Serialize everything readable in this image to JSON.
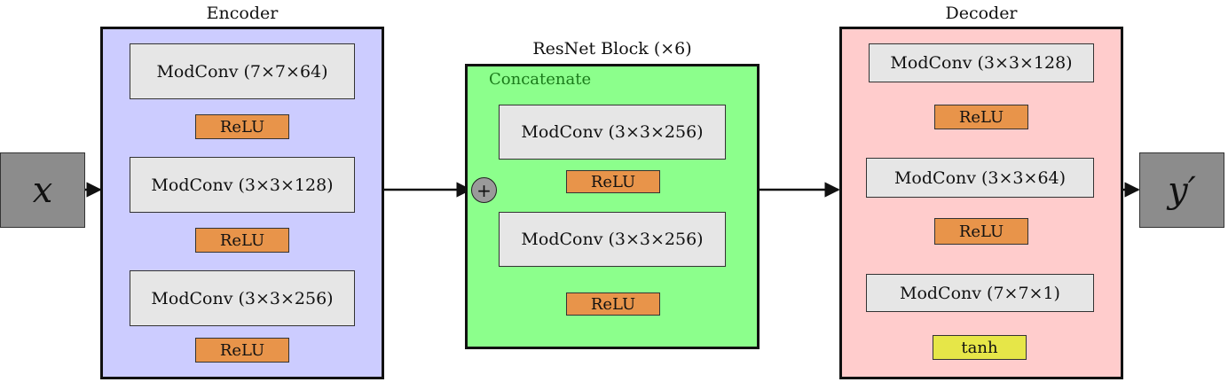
{
  "input": {
    "symbol": "x"
  },
  "output": {
    "symbol": "y′"
  },
  "encoder": {
    "title": "Encoder",
    "color": "#ccccff",
    "layers": [
      {
        "conv": "ModConv (7×7×64)",
        "act": "ReLU"
      },
      {
        "conv": "ModConv (3×3×128)",
        "act": "ReLU"
      },
      {
        "conv": "ModConv (3×3×256)",
        "act": "ReLU"
      }
    ]
  },
  "resnet": {
    "title": "ResNet Block (×6)",
    "color": "#8cff8c",
    "concat_label": "Concatenate",
    "add_symbol": "+",
    "layers": [
      {
        "conv": "ModConv (3×3×256)",
        "act": "ReLU"
      },
      {
        "conv": "ModConv (3×3×256)",
        "act": "ReLU"
      }
    ]
  },
  "decoder": {
    "title": "Decoder",
    "color": "#ffcccc",
    "layers": [
      {
        "conv": "ModConv (3×3×128)",
        "act": "ReLU"
      },
      {
        "conv": "ModConv (3×3×64)",
        "act": "ReLU"
      },
      {
        "conv": "ModConv (7×7×1)",
        "act": "tanh"
      }
    ]
  },
  "colors": {
    "relu": "#e8944a",
    "tanh": "#e6e648",
    "conv": "#e6e6e6",
    "io": "#8c8c8c",
    "concat_text": "#1a7a1a"
  }
}
